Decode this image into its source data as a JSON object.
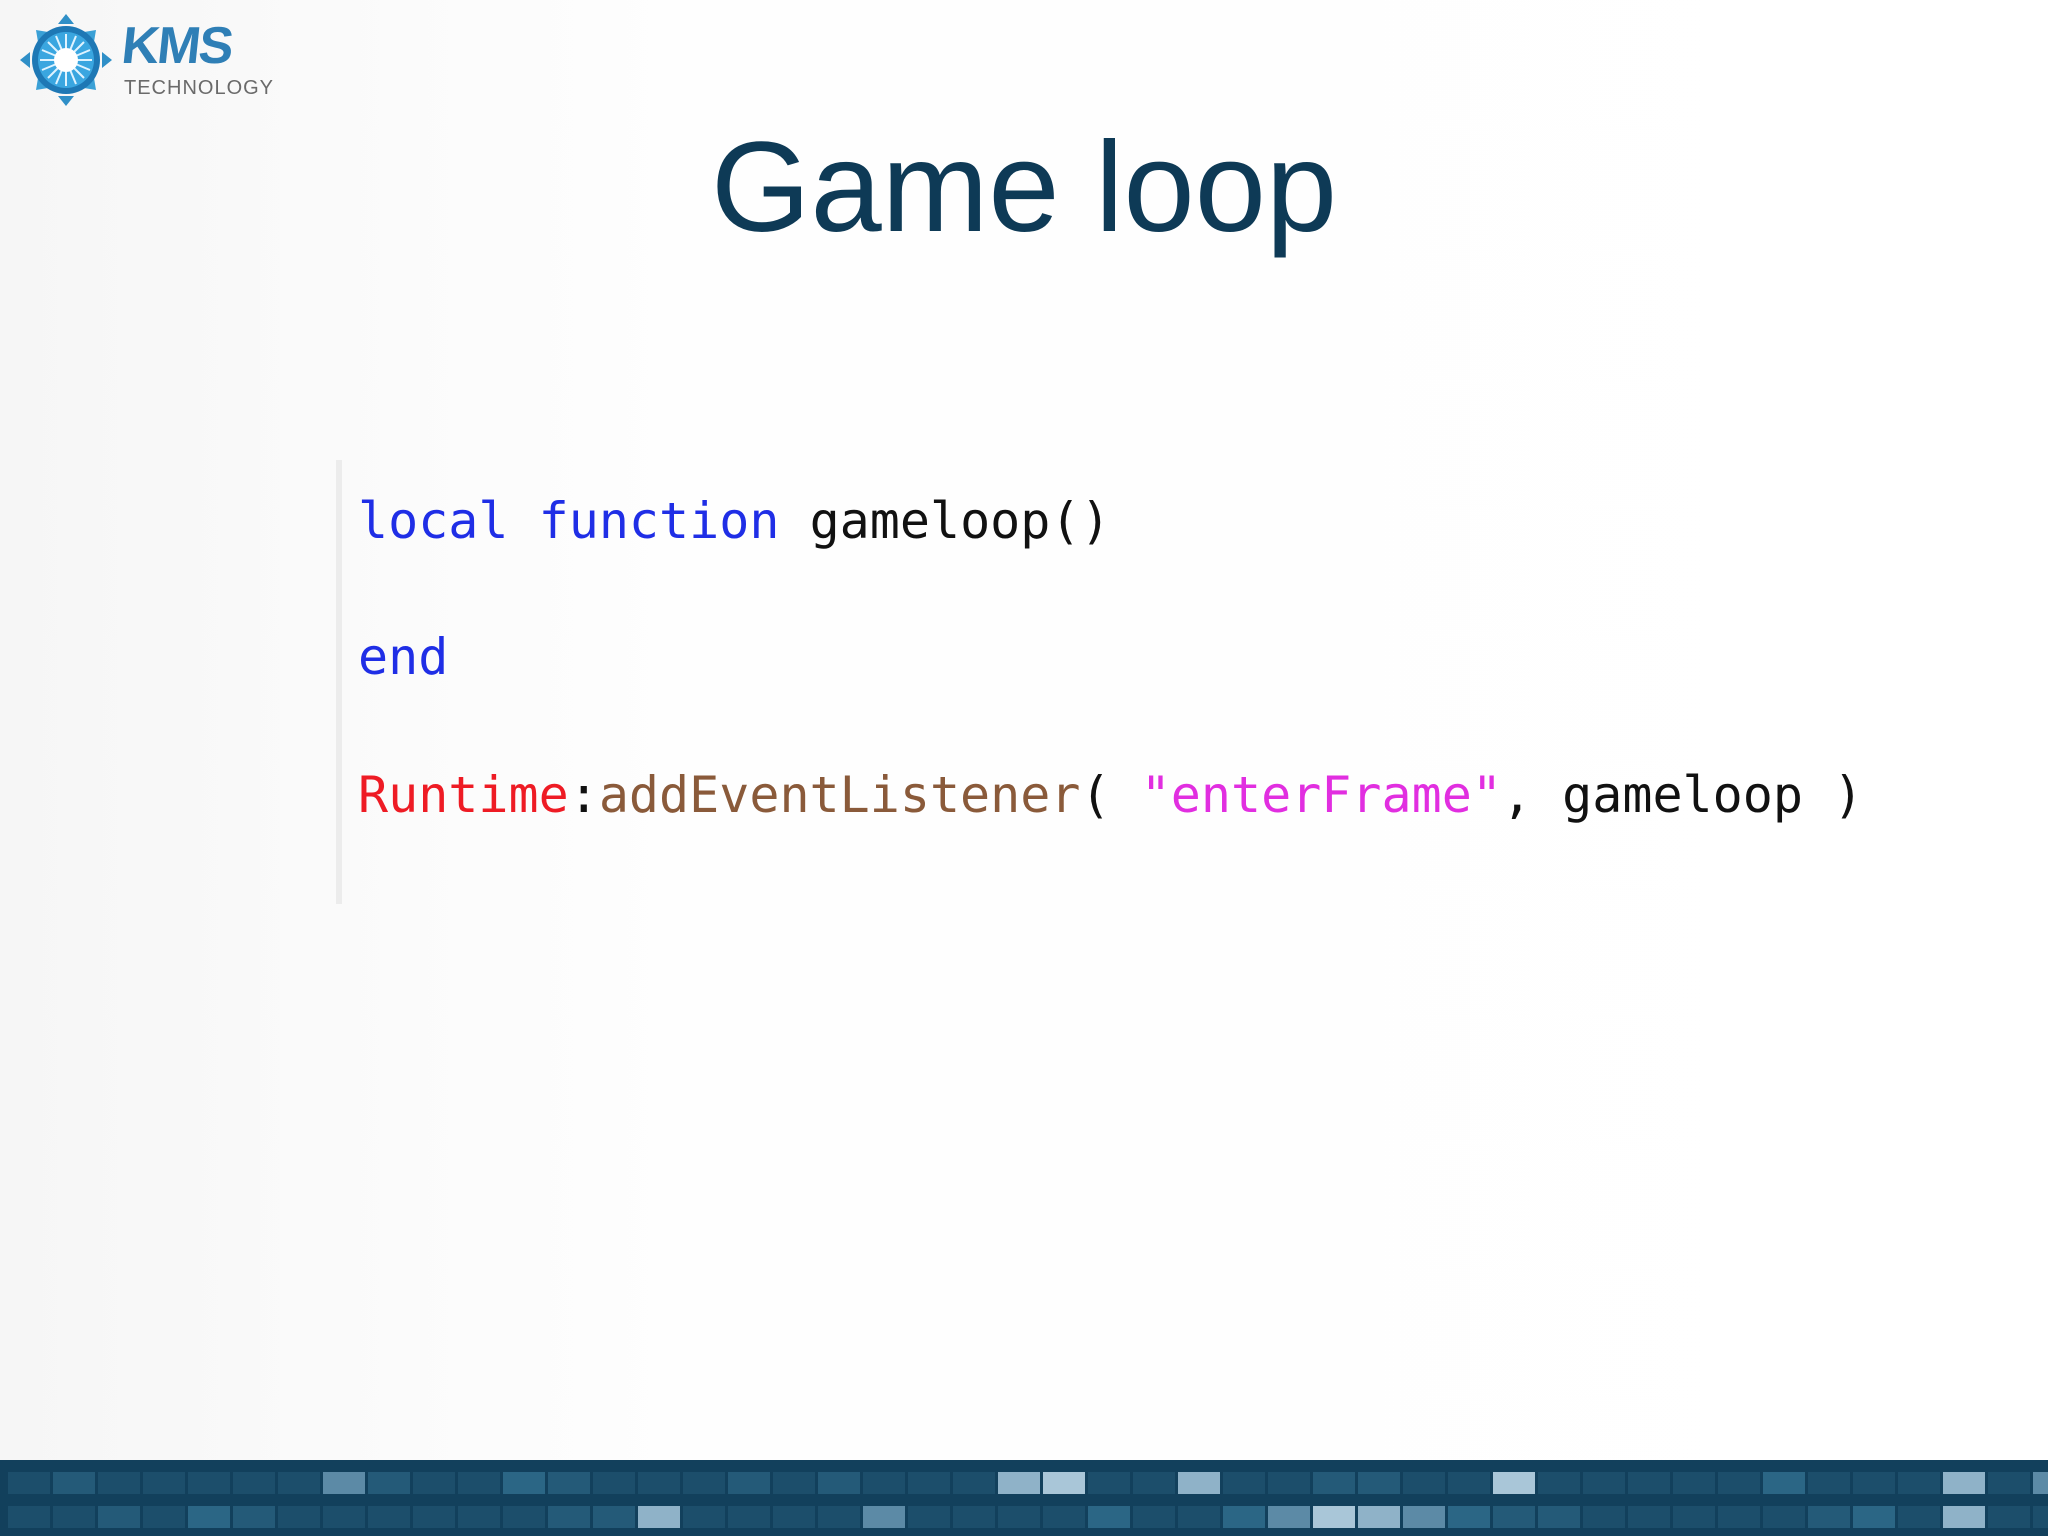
{
  "logo": {
    "wordmark": "KMS",
    "subtitle": "TECHNOLOGY"
  },
  "slide": {
    "title": "Game loop"
  },
  "code": {
    "line1": {
      "local": "local",
      "function": "function",
      "name": "gameloop()"
    },
    "line2": {
      "end": "end"
    },
    "line3": {
      "runtime": "Runtime",
      "colon": ":",
      "method": "addEventListener",
      "open": "( ",
      "string": "\"enterFrame\"",
      "comma": ", ",
      "arg": "gameloop",
      "close": " )"
    }
  },
  "colors": {
    "title": "#0e3a56",
    "keyword": "#1f2ee6",
    "runtime": "#ee1b24",
    "method": "#8a5a3a",
    "string": "#e12ee0",
    "footer": "#12405c",
    "logo": "#2f7fb6"
  }
}
